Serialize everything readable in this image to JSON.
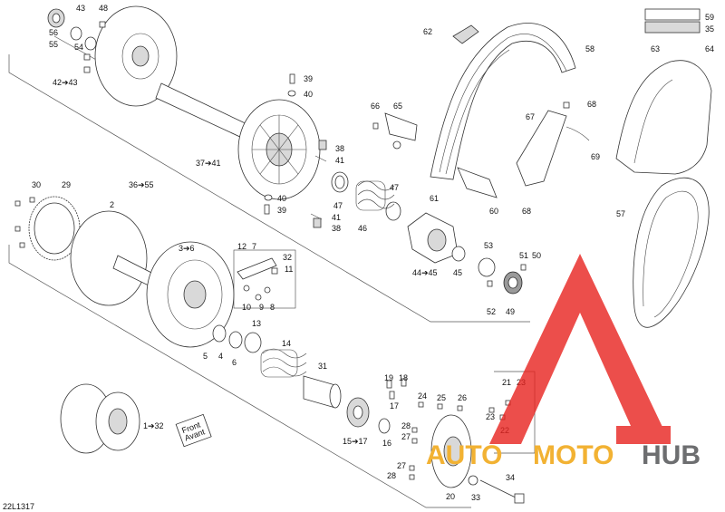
{
  "diagram_code": "22L1317",
  "callouts": {
    "c56": "56",
    "c55": "55",
    "c54": "54",
    "c43": "43",
    "c48": "48",
    "c42_43": "42➔43",
    "c39a": "39",
    "c40a": "40",
    "c37_41": "37➔41",
    "c38a": "38",
    "c41a": "41",
    "c36_55": "36➔55",
    "c47a": "47",
    "c40b": "40",
    "c39b": "39",
    "c41b": "41",
    "c38b": "38",
    "c46": "46",
    "c47b": "47",
    "c30": "30",
    "c29": "29",
    "c2": "2",
    "c3_6": "3➔6",
    "c12": "12",
    "c7": "7",
    "c32": "32",
    "c11": "11",
    "c10": "10",
    "c9": "9",
    "c8": "8",
    "c13": "13",
    "c5": "5",
    "c4": "4",
    "c6": "6",
    "c14": "14",
    "c31": "31",
    "c19": "19",
    "c18": "18",
    "c17": "17",
    "c24": "24",
    "c25": "25",
    "c26": "26",
    "c21": "21",
    "c23a": "23",
    "c23b": "23",
    "c22": "22",
    "c28a": "28",
    "c27a": "27",
    "c27b": "27",
    "c28b": "28",
    "c15_17": "15➔17",
    "c16": "16",
    "c20": "20",
    "c33": "33",
    "c34": "34",
    "c1_32": "1➔32",
    "c62": "62",
    "c58": "58",
    "c59": "59",
    "c35": "35",
    "c63": "63",
    "c64": "64",
    "c66": "66",
    "c65": "65",
    "c68a": "68",
    "c67": "67",
    "c69": "69",
    "c61": "61",
    "c60": "60",
    "c68b": "68",
    "c57": "57",
    "c44_45": "44➔45",
    "c45": "45",
    "c53": "53",
    "c51": "51",
    "c50": "50",
    "c52": "52",
    "c49": "49"
  },
  "front_sign": {
    "line1": "Front",
    "line2": "Avant"
  },
  "watermark": {
    "text_auto": "AUTO",
    "text_moto": "MOTO",
    "text_hub": "HUB"
  },
  "colors": {
    "watermark_red": "#e8231f",
    "watermark_gold": "#f2b233",
    "watermark_gray": "#6d6e70",
    "line": "#333333"
  }
}
